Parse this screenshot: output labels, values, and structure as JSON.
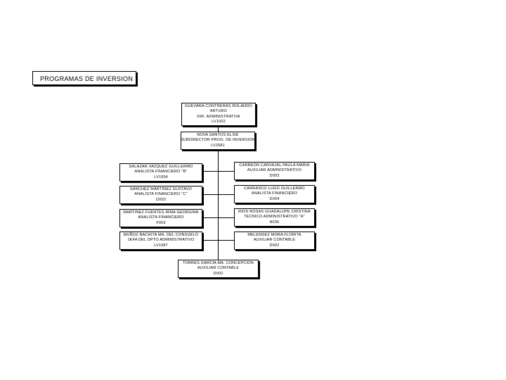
{
  "title": "PROGRAMAS DE INVERSION",
  "nodes": {
    "director": [
      "GUEVARA CONTRERAS ROLANDO",
      "ARTURO",
      "DIR. ADMINISTRATIVA",
      "LV1002"
    ],
    "subdirector": [
      "NOVA SANTOS ELSIE",
      "SUBDIRECTOR PROG. DE INVERSION",
      "LV2081"
    ],
    "left1": [
      "SALAZAR VAZQUEZ GUILLERMO",
      "ANALISTA FINANCIERO \"B\"",
      "LV1004"
    ],
    "left2": [
      "SANCHEZ MARTINEZ GUSTAVO",
      "ANALISTA FINANCIERO \"C\"",
      "D003"
    ],
    "left3": [
      "MARTINEZ FUENTES IRMA GEORGINA",
      "ANALISTA FINANCIERO",
      "F003"
    ],
    "left4": [
      "MUÑOZ BACHITA MA. DEL CONSUELO",
      "JEFA DEL DPTO ADMINISTRATIVO",
      "LV1087"
    ],
    "right1": [
      "CARREON CARVAJAL PAULA MARIA",
      "AUXILIAR ADMINISTRATIVO",
      "D003"
    ],
    "right2": [
      "CARRASCO LUGO GUILLERMO",
      "ANALISTA FINANCIERO",
      "D004"
    ],
    "right3": [
      "RIOS ROSAS GUADALUPE CRISTINA",
      "TECNICO ADMINISTRATIVO \"A\"",
      "A036"
    ],
    "right4": [
      "MELENDEZ MORA FLORITA",
      "AUXILIAR CONTABLE",
      "D002"
    ],
    "bottom": [
      "TORRES GARCIA MA. CONCEPCION",
      "AUXILIAR CONTABLE",
      "D002"
    ]
  }
}
